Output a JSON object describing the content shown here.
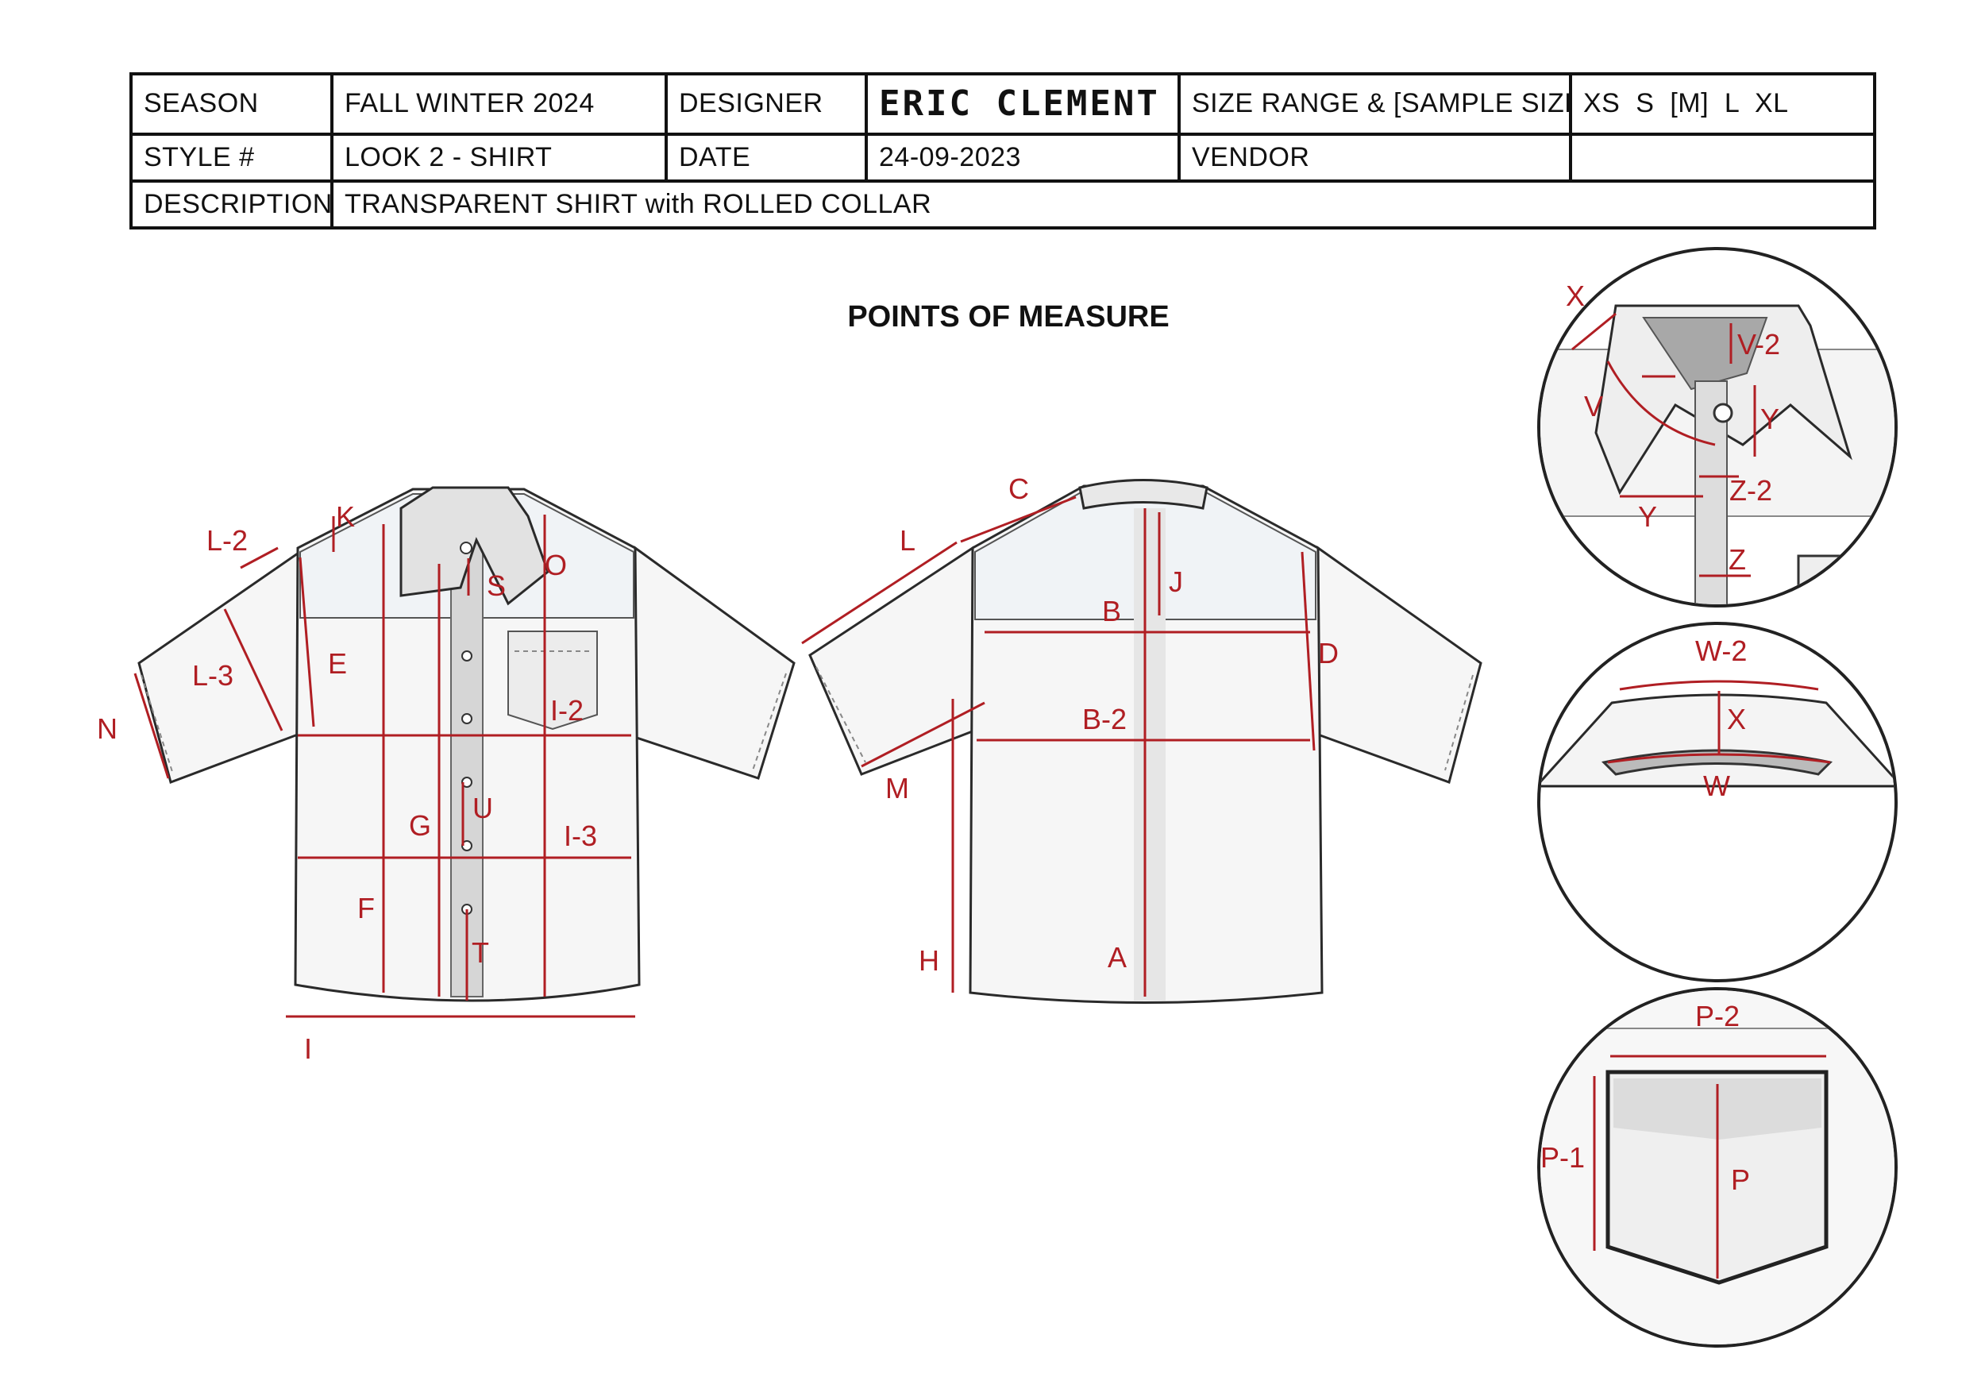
{
  "header": {
    "season_label": "SEASON",
    "season_value": "FALL WINTER 2024",
    "designer_label": "DESIGNER",
    "designer_value": "ERIC CLEMENT",
    "size_range_label": "SIZE RANGE & [SAMPLE SIZE]",
    "size_range_value": "XS  S  [M]  L  XL",
    "style_label": "STYLE #",
    "style_value": "LOOK 2 - SHIRT",
    "date_label": "DATE",
    "date_value": "24-09-2023",
    "vendor_label": "VENDOR",
    "vendor_value": "",
    "description_label": "DESCRIPTION",
    "description_value": "TRANSPARENT SHIRT with ROLLED COLLAR"
  },
  "title": "POINTS OF MEASURE",
  "front_labels": {
    "l2": "L-2",
    "k": "K",
    "o": "O",
    "s": "S",
    "e": "E",
    "l3": "L-3",
    "n": "N",
    "i2": "I-2",
    "g": "G",
    "u": "U",
    "i3": "I-3",
    "f": "F",
    "t": "T",
    "i": "I"
  },
  "back_labels": {
    "c": "C",
    "l": "L",
    "j": "J",
    "b": "B",
    "d": "D",
    "b2": "B-2",
    "m": "M",
    "h": "H",
    "a": "A"
  },
  "collar_detail_labels": {
    "x": "X",
    "v2": "V-2",
    "v": "V",
    "y_small": "Y",
    "z2": "Z-2",
    "y": "Y",
    "z": "Z"
  },
  "neck_detail_labels": {
    "w2": "W-2",
    "x": "X",
    "w": "W"
  },
  "pocket_detail_labels": {
    "p2": "P-2",
    "p1": "P-1",
    "p": "P"
  },
  "colors": {
    "measure_line": "#b01e23",
    "outline": "#2a2a2a"
  }
}
